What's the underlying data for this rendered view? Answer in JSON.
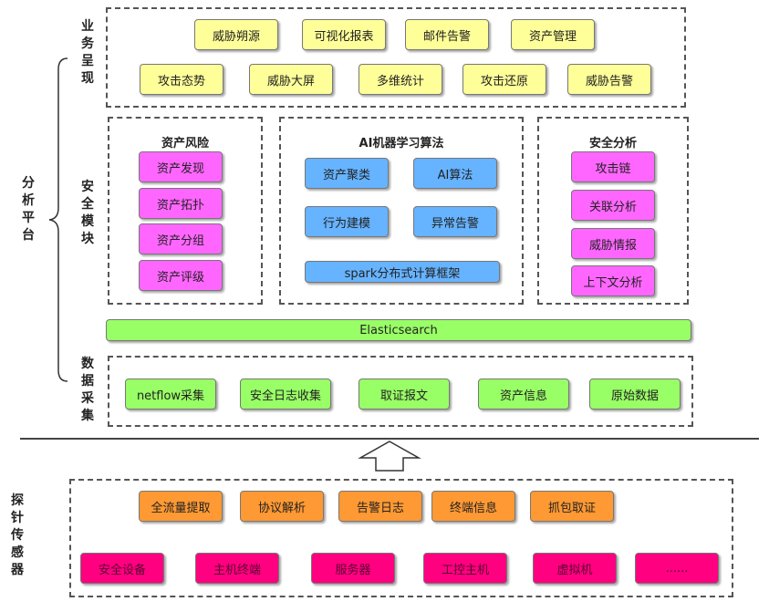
{
  "labels": {
    "analysis_platform": "分\n析\n平\n台",
    "business": "业\n务\n呈\n现",
    "security": "安\n全\n模\n块",
    "data_collection": "数\n据\n采\n集",
    "probe": "探\n针\n传\n感\n器"
  },
  "business": {
    "row1": [
      "威胁朔源",
      "可视化报表",
      "邮件告警",
      "资产管理"
    ],
    "row2": [
      "攻击态势",
      "威胁大屏",
      "多维统计",
      "攻击还原",
      "威胁告警"
    ]
  },
  "asset_risk": {
    "title": "资产风险",
    "items": [
      "资产发现",
      "资产拓扑",
      "资产分组",
      "资产评级"
    ]
  },
  "ai": {
    "title": "AI机器学习算法",
    "items": [
      "资产聚类",
      "AI算法",
      "行为建模",
      "异常告警"
    ],
    "framework": "spark分布式计算框架"
  },
  "security_analysis": {
    "title": "安全分析",
    "items": [
      "攻击链",
      "关联分析",
      "威胁情报",
      "上下文分析"
    ]
  },
  "elasticsearch": "Elasticsearch",
  "collection": [
    "netflow采集",
    "安全日志收集",
    "取证报文",
    "资产信息",
    "原始数据"
  ],
  "probe_row1": [
    "全流量提取",
    "协议解析",
    "告警日志",
    "终端信息",
    "抓包取证"
  ],
  "probe_row2": [
    "安全设备",
    "主机终端",
    "服务器",
    "工控主机",
    "虚拟机",
    "......"
  ]
}
